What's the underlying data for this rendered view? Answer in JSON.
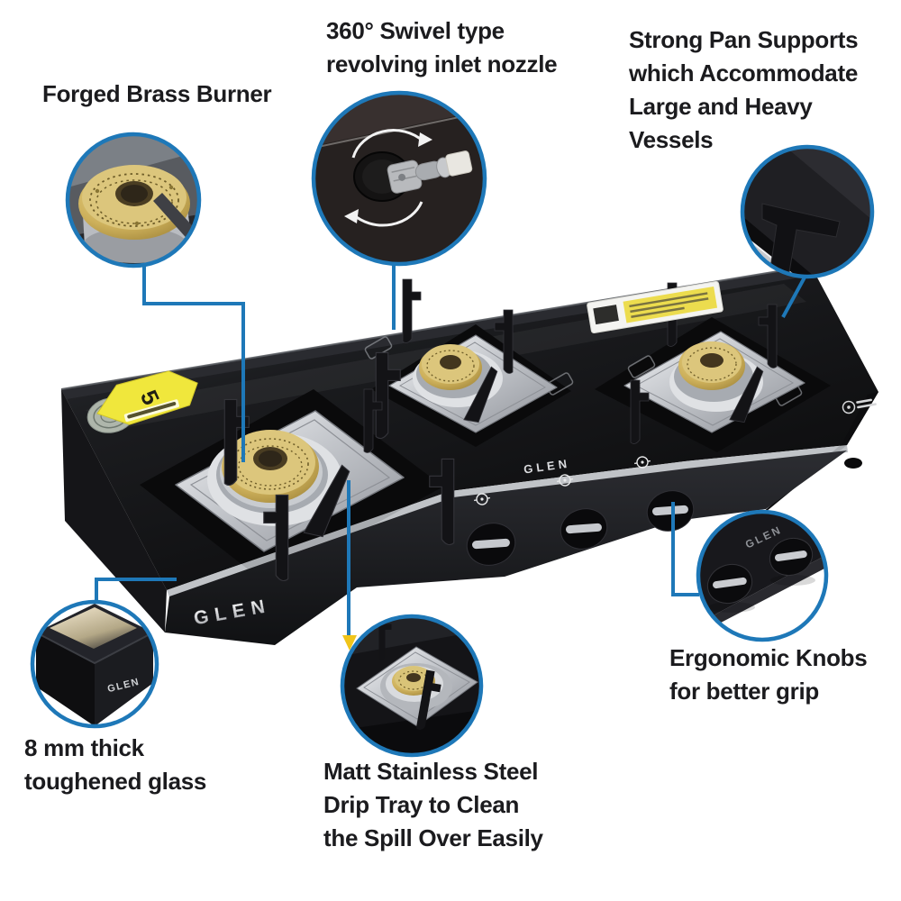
{
  "colors": {
    "accent": "#1e78b8",
    "background": "#ffffff",
    "label_text": "#1b1b1e",
    "glass": "#141518",
    "brass": "#cdb05b",
    "steel": "#c3c6cb"
  },
  "brand": {
    "name": "GLEN"
  },
  "stickers": {
    "warranty_number": "5"
  },
  "callouts": [
    {
      "id": "forged-brass-burner",
      "label": "Forged Brass Burner"
    },
    {
      "id": "swivel-inlet-nozzle",
      "label": "360° Swivel type\nrevolving inlet nozzle"
    },
    {
      "id": "strong-pan-supports",
      "label": "Strong Pan Supports\nwhich Accommodate\nLarge and Heavy Vessels"
    },
    {
      "id": "ergonomic-knobs",
      "label": "Ergonomic Knobs\nfor better grip"
    },
    {
      "id": "toughened-glass",
      "label": "8 mm thick\ntoughened glass"
    },
    {
      "id": "drip-tray",
      "label": "Matt Stainless Steel\nDrip Tray to Clean\nthe Spill Over Easily"
    }
  ]
}
